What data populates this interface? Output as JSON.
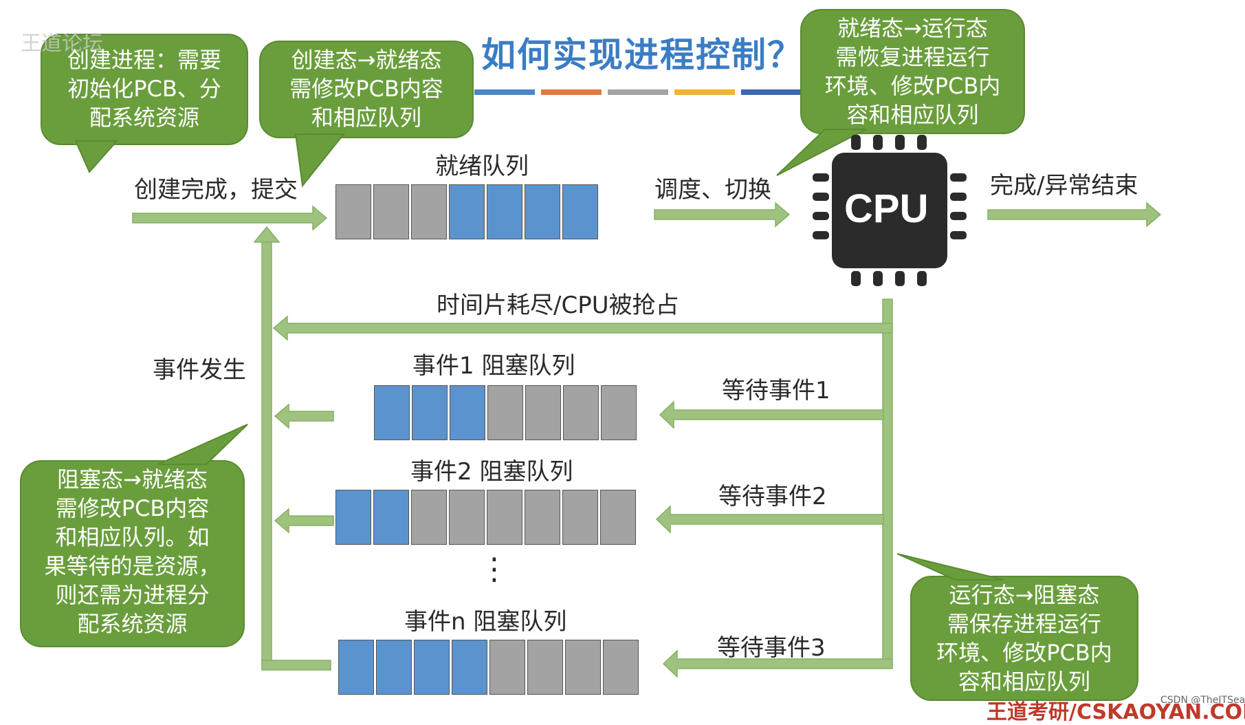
{
  "title": "如何实现进程控制？",
  "watermark": "王道论坛",
  "credit": "CSDN @TheITSea",
  "footer": "王道考研/CSKAOYAN.COM",
  "colors": {
    "bubble": "#6a9e3d",
    "arrow": "#9fc27f",
    "blue_cell": "#5b93cf",
    "gray_cell": "#a3a3a3",
    "title": "#3b7dc4",
    "cpu": "#2b2b2b"
  },
  "title_underline_colors": [
    "#4a86c7",
    "#e07a3f",
    "#a3a3a3",
    "#f2b233",
    "#3d67b3",
    "#6a9e3d"
  ],
  "bubbles": {
    "create": "创建进程：需要\n初始化PCB、分\n配系统资源",
    "new_to_ready": "创建态→就绪态\n需修改PCB内容\n和相应队列",
    "ready_to_running": "就绪态→运行态\n需恢复进程运行\n环境、修改PCB内\n容和相应队列",
    "blocked_to_ready": "阻塞态→就绪态\n需修改PCB内容\n和相应队列。如\n果等待的是资源，\n则还需为进程分\n配系统资源",
    "running_to_blocked": "运行态→阻塞态\n需保存进程运行\n环境、修改PCB内\n容和相应队列"
  },
  "labels": {
    "created_submit": "创建完成，提交",
    "ready_queue": "就绪队列",
    "dispatch": "调度、切换",
    "finish": "完成/异常结束",
    "timeout": "时间片耗尽/CPU被抢占",
    "event_occur": "事件发生",
    "queue1": "事件1 阻塞队列",
    "queue2": "事件2 阻塞队列",
    "queuen": "事件n 阻塞队列",
    "wait1": "等待事件1",
    "wait2": "等待事件2",
    "wait3": "等待事件3",
    "dots": "⋮",
    "cpu": "CPU"
  },
  "queues": {
    "ready": [
      "gray",
      "gray",
      "gray",
      "blue",
      "blue",
      "blue",
      "blue"
    ],
    "event1": [
      "blue",
      "blue",
      "blue",
      "gray",
      "gray",
      "gray",
      "gray"
    ],
    "event2": [
      "blue",
      "blue",
      "gray",
      "gray",
      "gray",
      "gray",
      "gray",
      "gray"
    ],
    "eventn": [
      "blue",
      "blue",
      "blue",
      "blue",
      "gray",
      "gray",
      "gray",
      "gray"
    ]
  }
}
